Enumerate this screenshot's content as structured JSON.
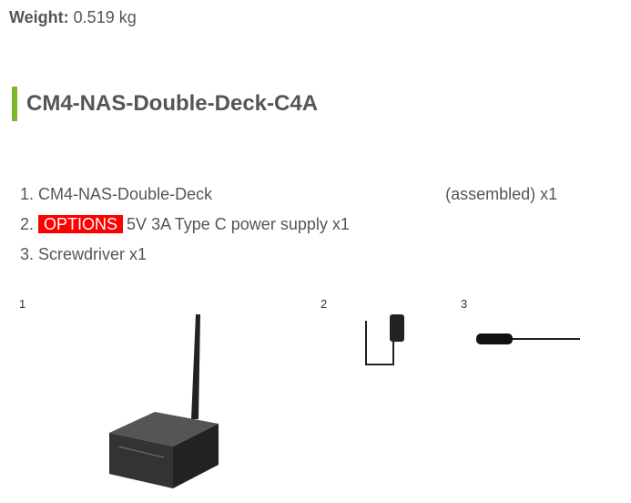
{
  "weight": {
    "label": "Weight:",
    "value": "0.519 kg"
  },
  "heading": "CM4-NAS-Double-Deck-C4A",
  "items": [
    {
      "num": "1.",
      "text_a": "CM4-NAS-Double-Deck",
      "text_b": "(assembled) x1"
    },
    {
      "num": "2.",
      "badge": "OPTIONS",
      "text": "5V 3A Type C power supply x1"
    },
    {
      "num": "3.",
      "text": "Screwdriver x1"
    }
  ],
  "image_labels": [
    "1",
    "2",
    "3"
  ],
  "colors": {
    "accent": "#7cb82f",
    "badge": "#ff0000"
  }
}
